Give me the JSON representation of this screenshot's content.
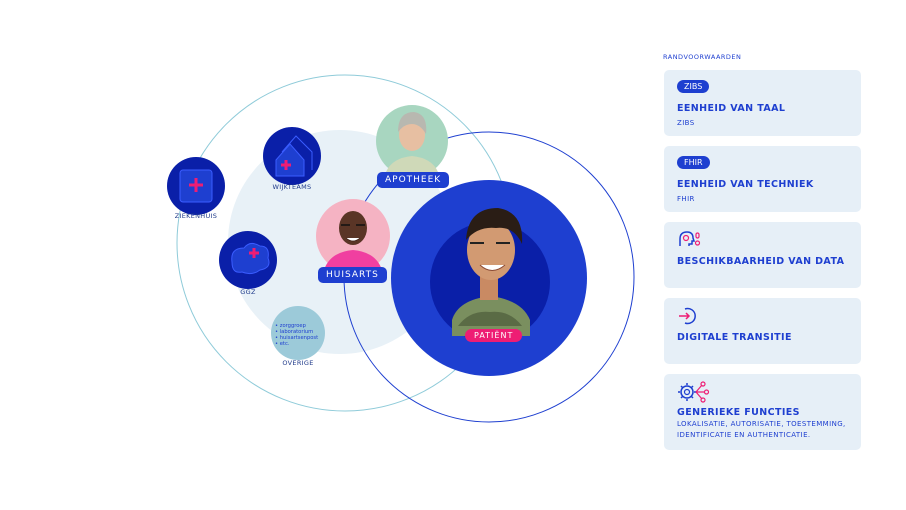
{
  "diagram": {
    "nodes": {
      "ziekenhuis": "ZIEKENHUIS",
      "wijkteams": "WIJKTEAMS",
      "ggz": "GGZ",
      "overige": "OVERIGE",
      "apotheek": "APOTHEEK",
      "huisarts": "HUISARTS",
      "patient": "PATIËNT"
    },
    "overige_items": [
      "zorggroep",
      "laboratorium",
      "huisartsenpost",
      "etc."
    ]
  },
  "sidebar": {
    "heading": "RANDVOORWAARDEN",
    "cards": [
      {
        "tag": "ZIBS",
        "title": "EENHEID VAN TAAL",
        "sub": "ZIBS",
        "icon": "zibs-tag"
      },
      {
        "tag": "FHIR",
        "title": "EENHEID VAN TECHNIEK",
        "sub": "FHIR",
        "icon": "fhir-tag"
      },
      {
        "title": "BESCHIKBAARHEID VAN DATA",
        "icon": "head-data-icon"
      },
      {
        "title": "DIGITALE TRANSITIE",
        "icon": "arrow-in-circle-icon"
      },
      {
        "title": "GENERIEKE FUNCTIES",
        "sub": "LOKALISATIE, AUTORISATIE, TOESTEMMING, IDENTIFICATIE EN AUTHENTICATIE.",
        "icon": "gear-network-icon"
      }
    ]
  },
  "colors": {
    "primary": "#1e3fd0",
    "dark_blue": "#0a1fa8",
    "accent_pink": "#ee1d74",
    "light_bg": "#e6eff7",
    "teal_line": "#7fc3d4"
  }
}
